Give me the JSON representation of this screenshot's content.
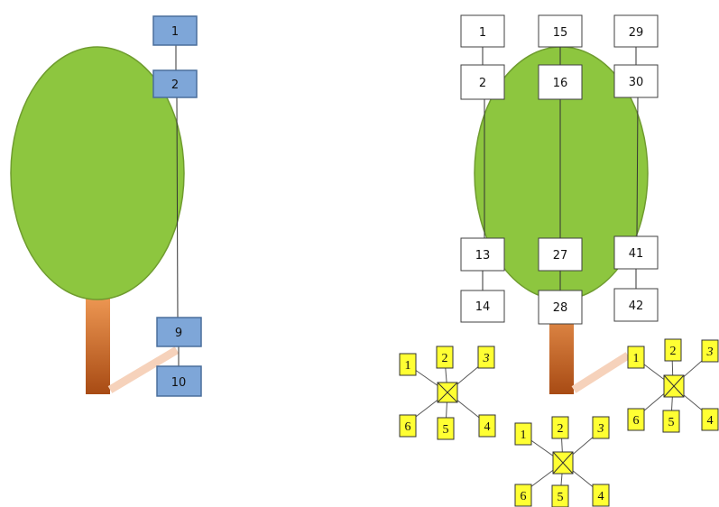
{
  "colors": {
    "canopy": "#8dc63f",
    "canopy_stroke": "#6f9c2f",
    "trunk_light": "#e58a44",
    "trunk_dark": "#b5561a",
    "branch": "#f6d2bb",
    "blue_box": "#7ea6d8",
    "blue_stroke": "#4a6f9c",
    "white_box": "#ffffff",
    "box_stroke": "#404040",
    "yellow": "#ffff33"
  },
  "left_tree": {
    "labels": {
      "b1": "1",
      "b2": "2",
      "b9": "9",
      "b10": "10"
    }
  },
  "right_tree": {
    "col1": {
      "top": "1",
      "second": "2",
      "lower": "13",
      "bottom": "14"
    },
    "col2": {
      "top": "15",
      "second": "16",
      "lower": "27",
      "bottom": "28"
    },
    "col3": {
      "top": "29",
      "second": "30",
      "lower": "41",
      "bottom": "42"
    }
  },
  "stars": {
    "left": {
      "n1": "1",
      "n2": "2",
      "n3": "3",
      "n4": "4",
      "n5": "5",
      "n6": "6"
    },
    "middle": {
      "n1": "1",
      "n2": "2",
      "n3": "3",
      "n4": "4",
      "n5": "5",
      "n6": "6"
    },
    "right": {
      "n1": "1",
      "n2": "2",
      "n3": "3",
      "n4": "4",
      "n5": "5",
      "n6": "6"
    }
  }
}
